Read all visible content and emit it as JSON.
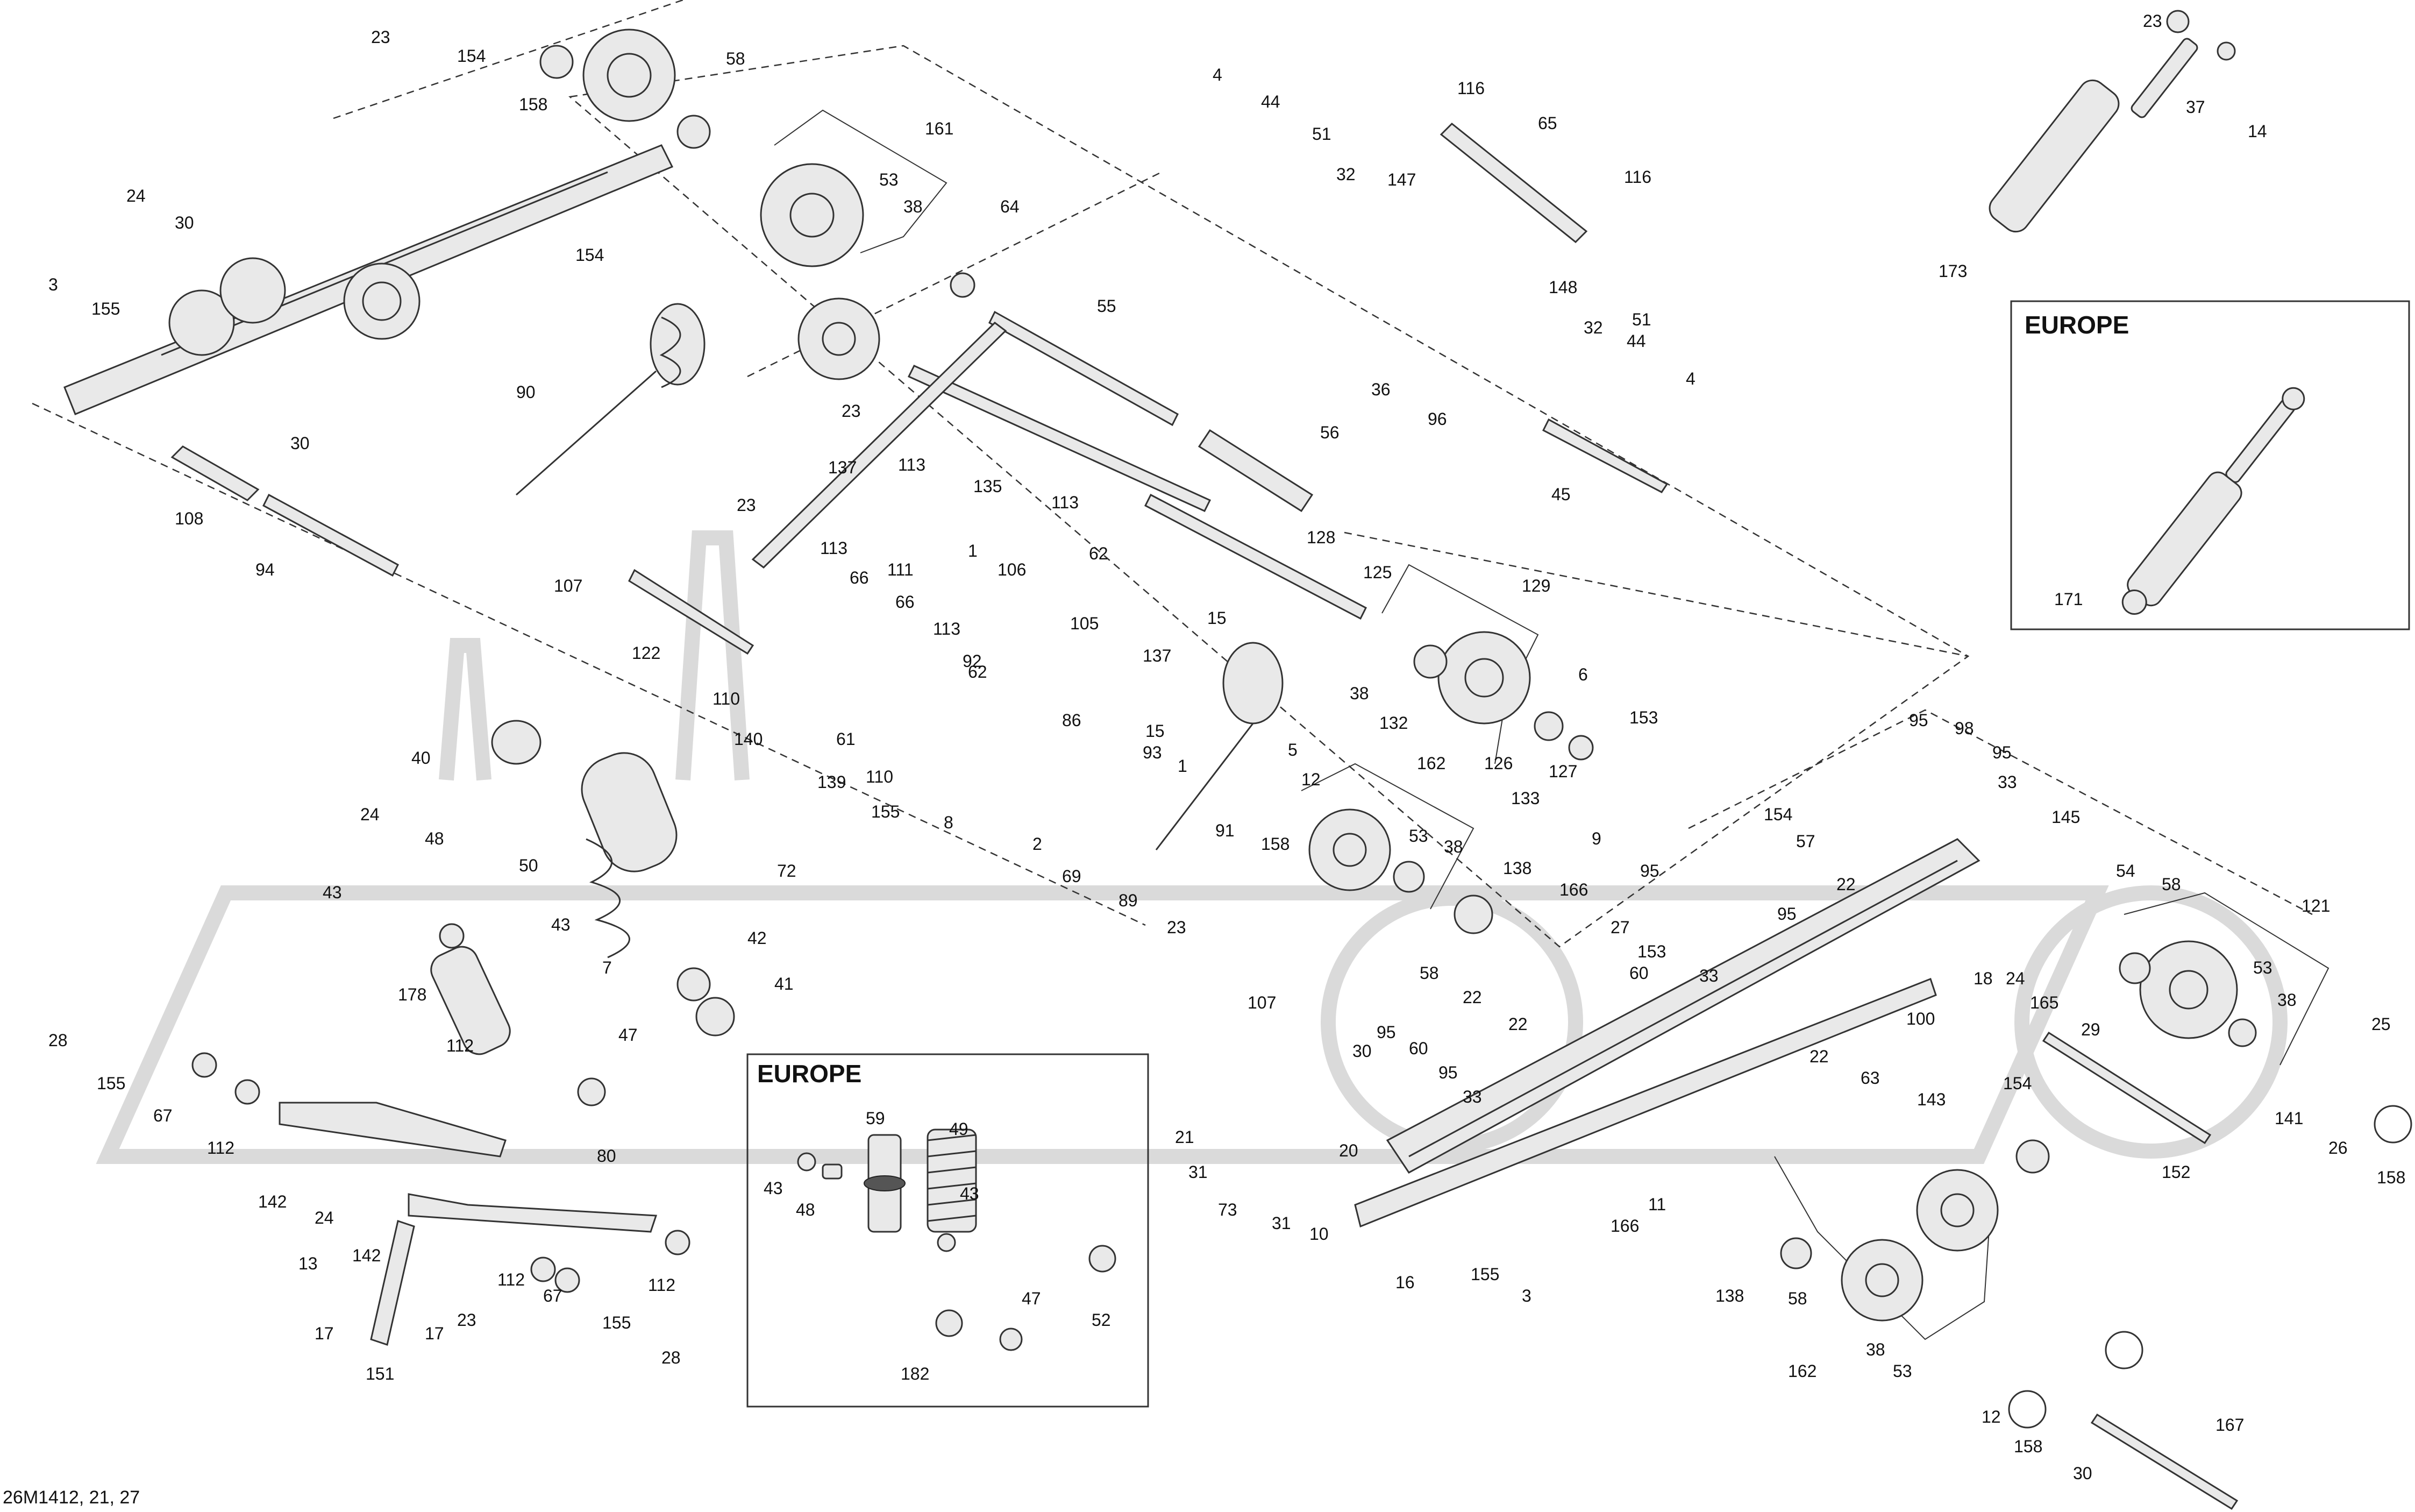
{
  "diagram": {
    "drawing_code": "26M1412, 21, 27",
    "boxes": [
      {
        "title": "EUROPE"
      },
      {
        "title": "EUROPE"
      }
    ],
    "callouts": [
      {
        "id": "c23a",
        "label": "23"
      },
      {
        "id": "c154a",
        "label": "154"
      },
      {
        "id": "c158a",
        "label": "158"
      },
      {
        "id": "c58a",
        "label": "58"
      },
      {
        "id": "c24a",
        "label": "24"
      },
      {
        "id": "c30a",
        "label": "30"
      },
      {
        "id": "c3a",
        "label": "3"
      },
      {
        "id": "c155a",
        "label": "155"
      },
      {
        "id": "c154b",
        "label": "154"
      },
      {
        "id": "c30b",
        "label": "30"
      },
      {
        "id": "c108",
        "label": "108"
      },
      {
        "id": "c94",
        "label": "94"
      },
      {
        "id": "c90",
        "label": "90"
      },
      {
        "id": "c161",
        "label": "161"
      },
      {
        "id": "c53a",
        "label": "53"
      },
      {
        "id": "c38a",
        "label": "38"
      },
      {
        "id": "c64",
        "label": "64"
      },
      {
        "id": "c55",
        "label": "55"
      },
      {
        "id": "c23b",
        "label": "23"
      },
      {
        "id": "c113a",
        "label": "113"
      },
      {
        "id": "c135",
        "label": "135"
      },
      {
        "id": "c113b",
        "label": "113"
      },
      {
        "id": "c137a",
        "label": "137"
      },
      {
        "id": "c23c",
        "label": "23"
      },
      {
        "id": "c113c",
        "label": "113"
      },
      {
        "id": "c107a",
        "label": "107"
      },
      {
        "id": "c122",
        "label": "122"
      },
      {
        "id": "c110a",
        "label": "110"
      },
      {
        "id": "c140",
        "label": "140"
      },
      {
        "id": "c66a",
        "label": "66"
      },
      {
        "id": "c111",
        "label": "111"
      },
      {
        "id": "c66b",
        "label": "66"
      },
      {
        "id": "c61",
        "label": "61"
      },
      {
        "id": "c139",
        "label": "139"
      },
      {
        "id": "c110b",
        "label": "110"
      },
      {
        "id": "c155b",
        "label": "155"
      },
      {
        "id": "c8",
        "label": "8"
      },
      {
        "id": "c1a",
        "label": "1"
      },
      {
        "id": "c106",
        "label": "106"
      },
      {
        "id": "c62a",
        "label": "62"
      },
      {
        "id": "c105",
        "label": "105"
      },
      {
        "id": "c113d",
        "label": "113"
      },
      {
        "id": "c92",
        "label": "92"
      },
      {
        "id": "c62b",
        "label": "62"
      },
      {
        "id": "c137b",
        "label": "137"
      },
      {
        "id": "c15a",
        "label": "15"
      },
      {
        "id": "c86",
        "label": "86"
      },
      {
        "id": "c93",
        "label": "93"
      },
      {
        "id": "c15b",
        "label": "15"
      },
      {
        "id": "c1b",
        "label": "1"
      },
      {
        "id": "c4a",
        "label": "4"
      },
      {
        "id": "c44a",
        "label": "44"
      },
      {
        "id": "c51a",
        "label": "51"
      },
      {
        "id": "c32a",
        "label": "32"
      },
      {
        "id": "c147",
        "label": "147"
      },
      {
        "id": "c116a",
        "label": "116"
      },
      {
        "id": "c65",
        "label": "65"
      },
      {
        "id": "c116b",
        "label": "116"
      },
      {
        "id": "c148",
        "label": "148"
      },
      {
        "id": "c32b",
        "label": "32"
      },
      {
        "id": "c51b",
        "label": "51"
      },
      {
        "id": "c44b",
        "label": "44"
      },
      {
        "id": "c4b",
        "label": "4"
      },
      {
        "id": "c36",
        "label": "36"
      },
      {
        "id": "c96",
        "label": "96"
      },
      {
        "id": "c45",
        "label": "45"
      },
      {
        "id": "c56",
        "label": "56"
      },
      {
        "id": "c128",
        "label": "128"
      },
      {
        "id": "c125",
        "label": "125"
      },
      {
        "id": "c129",
        "label": "129"
      },
      {
        "id": "c38b",
        "label": "38"
      },
      {
        "id": "c132",
        "label": "132"
      },
      {
        "id": "c6",
        "label": "6"
      },
      {
        "id": "c126",
        "label": "126"
      },
      {
        "id": "c133",
        "label": "133"
      },
      {
        "id": "c127",
        "label": "127"
      },
      {
        "id": "c153a",
        "label": "153"
      },
      {
        "id": "c9",
        "label": "9"
      },
      {
        "id": "c5",
        "label": "5"
      },
      {
        "id": "c12a",
        "label": "12"
      },
      {
        "id": "c158b",
        "label": "158"
      },
      {
        "id": "c91",
        "label": "91"
      },
      {
        "id": "c2",
        "label": "2"
      },
      {
        "id": "c69",
        "label": "69"
      },
      {
        "id": "c89",
        "label": "89"
      },
      {
        "id": "c23d",
        "label": "23"
      },
      {
        "id": "c162a",
        "label": "162"
      },
      {
        "id": "c53b",
        "label": "53"
      },
      {
        "id": "c38c",
        "label": "38"
      },
      {
        "id": "c58b",
        "label": "58"
      },
      {
        "id": "c138a",
        "label": "138"
      },
      {
        "id": "c166a",
        "label": "166"
      },
      {
        "id": "c22a",
        "label": "22"
      },
      {
        "id": "c27",
        "label": "27"
      },
      {
        "id": "c153b",
        "label": "153"
      },
      {
        "id": "c107b",
        "label": "107"
      },
      {
        "id": "c30c",
        "label": "30"
      },
      {
        "id": "c95a",
        "label": "95"
      },
      {
        "id": "c60a",
        "label": "60"
      },
      {
        "id": "c95b",
        "label": "95"
      },
      {
        "id": "c33a",
        "label": "33"
      },
      {
        "id": "c22b",
        "label": "22"
      },
      {
        "id": "c95c",
        "label": "95"
      },
      {
        "id": "c60b",
        "label": "60"
      },
      {
        "id": "c95d",
        "label": "95"
      },
      {
        "id": "c33b",
        "label": "33"
      },
      {
        "id": "c40",
        "label": "40"
      },
      {
        "id": "c50",
        "label": "50"
      },
      {
        "id": "c72",
        "label": "72"
      },
      {
        "id": "c42",
        "label": "42"
      },
      {
        "id": "c41",
        "label": "41"
      },
      {
        "id": "c24b",
        "label": "24"
      },
      {
        "id": "c48a",
        "label": "48"
      },
      {
        "id": "c43a",
        "label": "43"
      },
      {
        "id": "c43b",
        "label": "43"
      },
      {
        "id": "c7",
        "label": "7"
      },
      {
        "id": "c178",
        "label": "178"
      },
      {
        "id": "c47a",
        "label": "47"
      },
      {
        "id": "c28a",
        "label": "28"
      },
      {
        "id": "c155c",
        "label": "155"
      },
      {
        "id": "c67a",
        "label": "67"
      },
      {
        "id": "c112a",
        "label": "112"
      },
      {
        "id": "c112b",
        "label": "112"
      },
      {
        "id": "c142a",
        "label": "142"
      },
      {
        "id": "c24c",
        "label": "24"
      },
      {
        "id": "c142b",
        "label": "142"
      },
      {
        "id": "c80",
        "label": "80"
      },
      {
        "id": "c13",
        "label": "13"
      },
      {
        "id": "c17a",
        "label": "17"
      },
      {
        "id": "c17b",
        "label": "17"
      },
      {
        "id": "c23e",
        "label": "23"
      },
      {
        "id": "c151",
        "label": "151"
      },
      {
        "id": "c112c",
        "label": "112"
      },
      {
        "id": "c67b",
        "label": "67"
      },
      {
        "id": "c112d",
        "label": "112"
      },
      {
        "id": "c155d",
        "label": "155"
      },
      {
        "id": "c28b",
        "label": "28"
      },
      {
        "id": "c59",
        "label": "59"
      },
      {
        "id": "c43c",
        "label": "43"
      },
      {
        "id": "c48b",
        "label": "48"
      },
      {
        "id": "c43d",
        "label": "43"
      },
      {
        "id": "c49",
        "label": "49"
      },
      {
        "id": "c52",
        "label": "52"
      },
      {
        "id": "c47b",
        "label": "47"
      },
      {
        "id": "c182",
        "label": "182"
      },
      {
        "id": "c21",
        "label": "21"
      },
      {
        "id": "c31a",
        "label": "31"
      },
      {
        "id": "c73",
        "label": "73"
      },
      {
        "id": "c31b",
        "label": "31"
      },
      {
        "id": "c10",
        "label": "10"
      },
      {
        "id": "c20",
        "label": "20"
      },
      {
        "id": "c16",
        "label": "16"
      },
      {
        "id": "c155e",
        "label": "155"
      },
      {
        "id": "c3b",
        "label": "3"
      },
      {
        "id": "c166b",
        "label": "166"
      },
      {
        "id": "c11",
        "label": "11"
      },
      {
        "id": "c23f",
        "label": "23"
      },
      {
        "id": "c37",
        "label": "37"
      },
      {
        "id": "c14",
        "label": "14"
      },
      {
        "id": "c173",
        "label": "173"
      },
      {
        "id": "c171",
        "label": "171"
      },
      {
        "id": "c95e",
        "label": "95"
      },
      {
        "id": "c98",
        "label": "98"
      },
      {
        "id": "c95f",
        "label": "95"
      },
      {
        "id": "c33c",
        "label": "33"
      },
      {
        "id": "c154c",
        "label": "154"
      },
      {
        "id": "c57",
        "label": "57"
      },
      {
        "id": "c145",
        "label": "145"
      },
      {
        "id": "c22c",
        "label": "22"
      },
      {
        "id": "c54",
        "label": "54"
      },
      {
        "id": "c58c",
        "label": "58"
      },
      {
        "id": "c121",
        "label": "121"
      },
      {
        "id": "c18",
        "label": "18"
      },
      {
        "id": "c24d",
        "label": "24"
      },
      {
        "id": "c165",
        "label": "165"
      },
      {
        "id": "c29",
        "label": "29"
      },
      {
        "id": "c53c",
        "label": "53"
      },
      {
        "id": "c38d",
        "label": "38"
      },
      {
        "id": "c25",
        "label": "25"
      },
      {
        "id": "c100",
        "label": "100"
      },
      {
        "id": "c154d",
        "label": "154"
      },
      {
        "id": "c141",
        "label": "141"
      },
      {
        "id": "c26",
        "label": "26"
      },
      {
        "id": "c152",
        "label": "152"
      },
      {
        "id": "c158c",
        "label": "158"
      },
      {
        "id": "c22d",
        "label": "22"
      },
      {
        "id": "c63",
        "label": "63"
      },
      {
        "id": "c143",
        "label": "143"
      },
      {
        "id": "c138b",
        "label": "138"
      },
      {
        "id": "c58d",
        "label": "58"
      },
      {
        "id": "c162b",
        "label": "162"
      },
      {
        "id": "c38e",
        "label": "38"
      },
      {
        "id": "c53d",
        "label": "53"
      },
      {
        "id": "c12b",
        "label": "12"
      },
      {
        "id": "c158d",
        "label": "158"
      },
      {
        "id": "c30d",
        "label": "30"
      },
      {
        "id": "c167",
        "label": "167"
      }
    ]
  }
}
